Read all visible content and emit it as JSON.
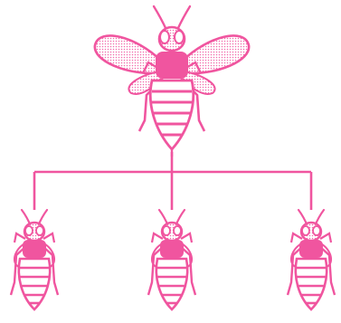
{
  "diagram": {
    "type": "hierarchy",
    "ink_color": "#f0559f",
    "ink_dark": "#e0408c",
    "dot_color": "#f26aab",
    "background": "#ffffff",
    "parent": {
      "icon": "bee-icon",
      "role": "parent"
    },
    "children": [
      {
        "icon": "bee-icon",
        "role": "child"
      },
      {
        "icon": "bee-icon",
        "role": "child"
      },
      {
        "icon": "bee-icon",
        "role": "child"
      }
    ]
  }
}
